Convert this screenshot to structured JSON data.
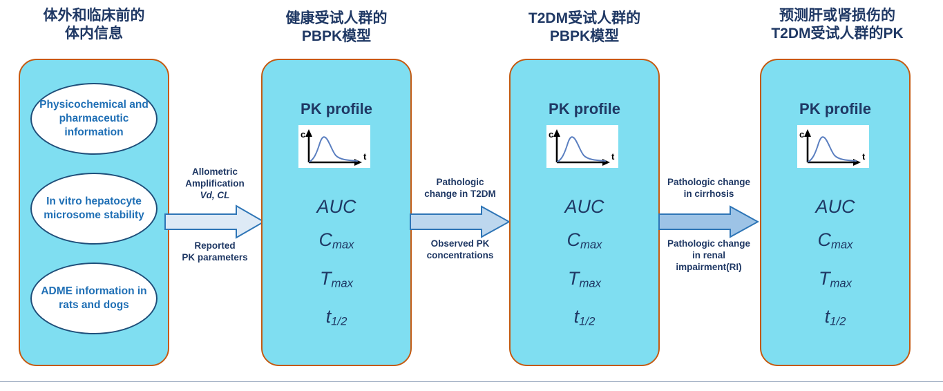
{
  "columns": [
    {
      "header_line1": "体外和临床前的",
      "header_line2": "体内信息",
      "ellipses": [
        "Physicochemical and pharmaceutic information",
        "In vitro hepatocyte microsome stability",
        "ADME information in rats and dogs"
      ]
    },
    {
      "header_line1": "健康受试人群的",
      "header_line2": "PBPK模型",
      "pk_title": "PK profile",
      "chart_axis_y": "c",
      "chart_axis_x": "t",
      "params": [
        "AUC",
        "C",
        "T",
        "t"
      ],
      "param_subs": [
        "",
        "max",
        "max",
        "1/2"
      ]
    },
    {
      "header_line1": "T2DM受试人群的",
      "header_line2": "PBPK模型",
      "pk_title": "PK profile",
      "chart_axis_y": "c",
      "chart_axis_x": "t",
      "params": [
        "AUC",
        "C",
        "T",
        "t"
      ],
      "param_subs": [
        "",
        "max",
        "max",
        "1/2"
      ]
    },
    {
      "header_line1": "预测肝或肾损伤的",
      "header_line2": "T2DM受试人群的PK",
      "pk_title": "PK profile",
      "chart_axis_y": "c",
      "chart_axis_x": "t",
      "params": [
        "AUC",
        "C",
        "T",
        "t"
      ],
      "param_subs": [
        "",
        "max",
        "max",
        "1/2"
      ]
    }
  ],
  "connectors": [
    {
      "top_line1": "Allometric",
      "top_line2": "Amplification",
      "top_line3": "Vd, CL",
      "bottom_line1": "Reported",
      "bottom_line2": "PK parameters",
      "fill": "#DEEAF6",
      "stroke": "#2E75B6"
    },
    {
      "top_line1": "Pathologic",
      "top_line2": "change in T2DM",
      "top_line3": "",
      "bottom_line1": "Observed PK",
      "bottom_line2": "concentrations",
      "fill": "#BDD7EE",
      "stroke": "#2E75B6"
    },
    {
      "top_line1": "Pathologic change",
      "top_line2": "in cirrhosis",
      "top_line3": "",
      "bottom_line1": "Pathologic change",
      "bottom_line2": "in renal",
      "bottom_line3": "impairment(RI)",
      "fill": "#9DC3E6",
      "stroke": "#2E75B6"
    }
  ],
  "colors": {
    "panel_fill": "#7FDEF1",
    "panel_border": "#C55A11",
    "header_text": "#1F3864",
    "ellipse_text": "#1F6FB5",
    "ellipse_border": "#1F4E79",
    "curve": "#5B7FC0",
    "rule": "#9BAAC0"
  }
}
